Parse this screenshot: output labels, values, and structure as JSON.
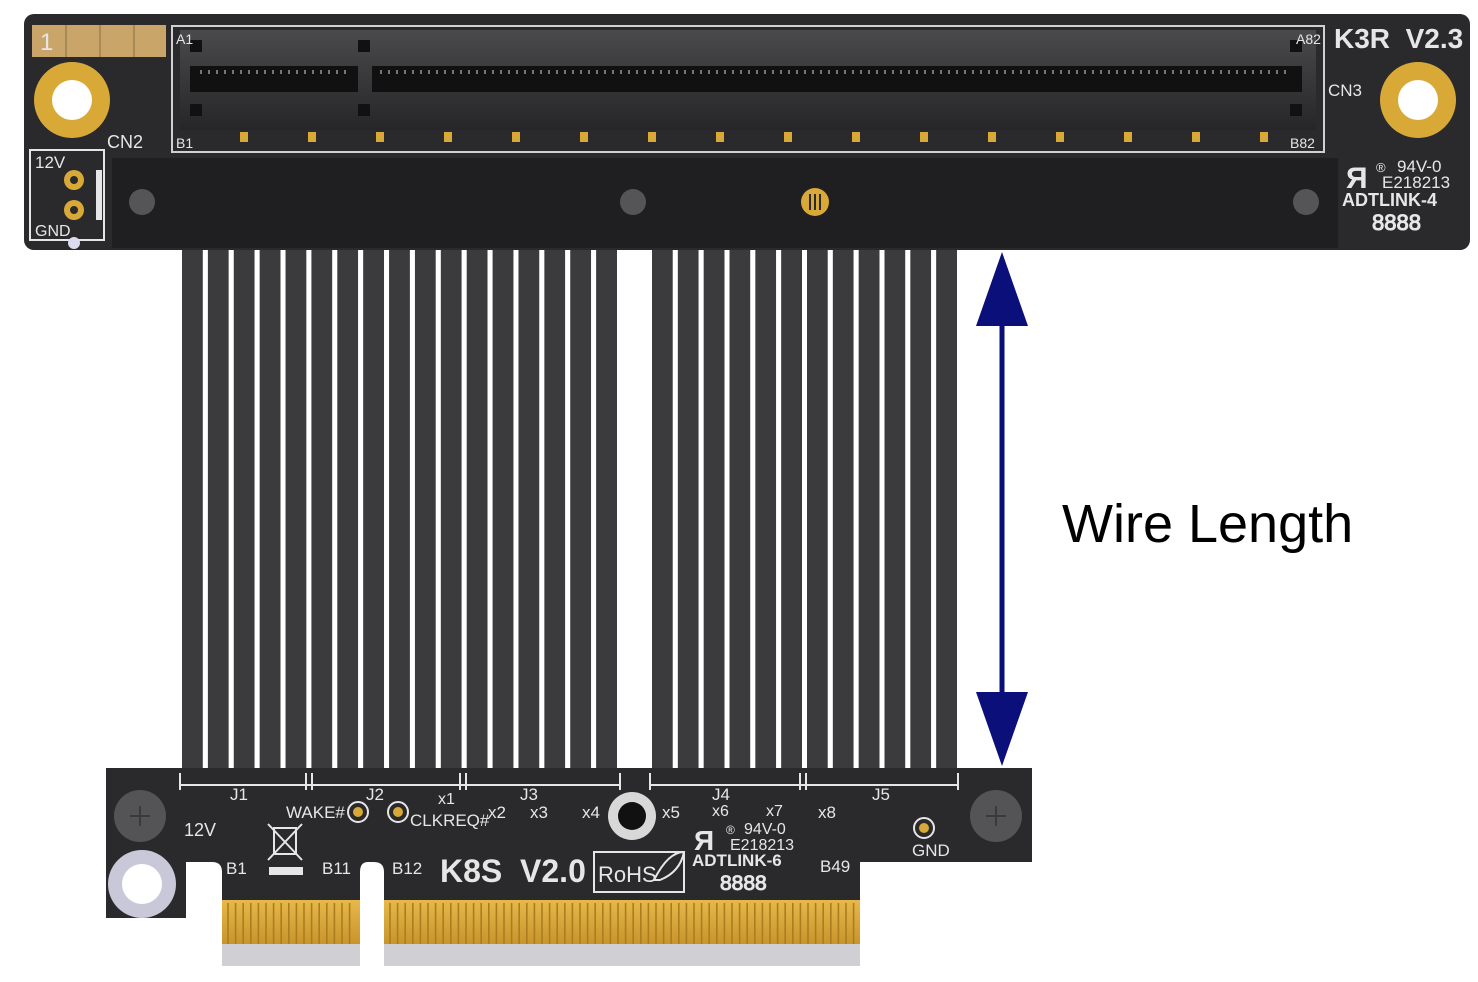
{
  "annotation": {
    "label": "Wire Length",
    "arrow_color": "#0a0f7a"
  },
  "top_board": {
    "model": "K3R  V2.3",
    "connector_label": "CN3",
    "power_connector": "CN2",
    "pin_12v": "12V",
    "pin_gnd": "GND",
    "corner_marker": "1",
    "slot_pin_a1": "A1",
    "slot_pin_b1": "B1",
    "slot_pin_a82": "A82",
    "slot_pin_b82": "B82",
    "flammability": "94V-0",
    "ul_file": "E218213",
    "brand": "ADTLINK-4",
    "date_code": "8888"
  },
  "bottom_board": {
    "model": "K8S  V2.0",
    "rohs": "RoHS",
    "brand": "ADTLINK-6",
    "flammability": "94V-0",
    "ul_file": "E218213",
    "date_code": "8888",
    "label_12v": "12V",
    "label_gnd": "GND",
    "wake": "WAKE#",
    "clkreq": "CLKREQ#",
    "pin_b1": "B1",
    "pin_b11": "B11",
    "pin_b12": "B12",
    "pin_b49": "B49",
    "sections": [
      "J1",
      "J2",
      "J3",
      "J4",
      "J5"
    ],
    "lanes": [
      "x1",
      "x2",
      "x3",
      "x4",
      "x5",
      "x6",
      "x7",
      "x8"
    ]
  },
  "colors": {
    "pcb": "#2a2a2c",
    "cable": "#3a3a3c",
    "gold": "#d4a437",
    "silkscreen": "#e6e6e6"
  }
}
